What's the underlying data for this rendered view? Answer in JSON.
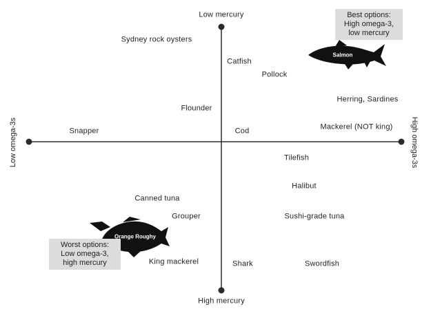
{
  "axes": {
    "top": "Low mercury",
    "bottom": "High mercury",
    "left": "Low omega-3s",
    "right": "High omega-3s"
  },
  "callouts": {
    "best": "Best options:\nHigh omega-3,\nlow mercury",
    "worst": "Worst options:\nLow omega-3,\nhigh mercury"
  },
  "icons": {
    "best_fish": "salmon-icon",
    "worst_fish": "orange-roughy-icon"
  },
  "fish_icon_labels": {
    "best": "Salmon",
    "worst": "Orange Roughy"
  },
  "items": [
    {
      "name": "Sydney rock oysters"
    },
    {
      "name": "Catfish"
    },
    {
      "name": "Pollock"
    },
    {
      "name": "Herring, Sardines"
    },
    {
      "name": "Flounder"
    },
    {
      "name": "Snapper"
    },
    {
      "name": "Cod"
    },
    {
      "name": "Mackerel (NOT king)"
    },
    {
      "name": "Tilefish"
    },
    {
      "name": "Halibut"
    },
    {
      "name": "Canned tuna"
    },
    {
      "name": "Grouper"
    },
    {
      "name": "Sushi-grade tuna"
    },
    {
      "name": "King mackerel"
    },
    {
      "name": "Shark"
    },
    {
      "name": "Swordfish"
    }
  ],
  "colors": {
    "axis": "#2a2a2a",
    "callout_bg": "#dcdcdc",
    "fish": "#111111"
  }
}
